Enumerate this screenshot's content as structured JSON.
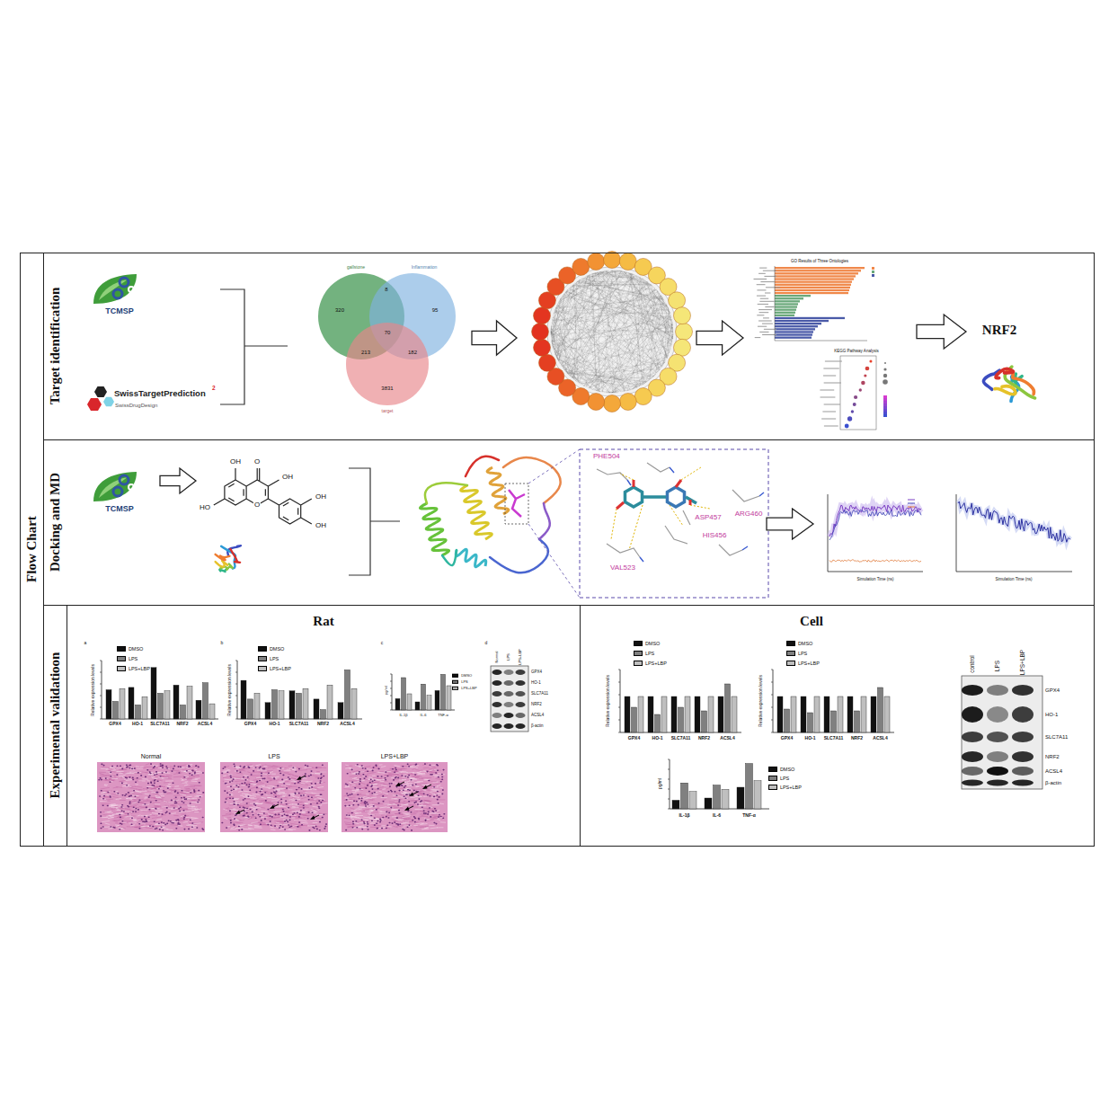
{
  "diagram": {
    "nodes": [
      {
        "text": [
          "Flow Chart"
        ]
      },
      {
        "text": [
          "Target identification"
        ],
        "in": 0
      },
      {
        "text": [
          "Docking and MD"
        ],
        "in": 0
      },
      {
        "text": [
          "Experimental validatioon"
        ],
        "in": 0
      },
      {
        "text": [
          "Rat"
        ],
        "in": 3
      },
      {
        "text": [
          "Cell"
        ],
        "in": 3
      }
    ],
    "labels": [
      "TCMSP",
      "SwissTargetPrediction",
      "2",
      "SwissDrugDesign",
      "gallstone",
      "Inflammation",
      "target",
      "320",
      "8",
      "95",
      "70",
      "213",
      "182",
      "3831",
      "GO Results of Three Ontologies",
      "KEGG Pathway Analysis",
      "NRF2",
      "TCMSP",
      "OH",
      "O",
      "OH",
      "HO",
      "O",
      "OH",
      "OH",
      "PHE504",
      "ASP457",
      "ARG460",
      "HIS456",
      "VAL523",
      "Simulation Time (ns)",
      "Simulation Time (ns)",
      "a",
      "Relative expression levels",
      "GPX4",
      "HO-1",
      "SLC7A11",
      "NRF2",
      "ACSL4",
      "b",
      "Relative expression levels",
      "GPX4",
      "HO-1",
      "SLC7A11",
      "NRF2",
      "ACSL4",
      "c",
      "pg/ml",
      "IL-1β",
      "IL-6",
      "TNF-α",
      "d",
      "Normal",
      "LPS",
      "LPS+LBP",
      "GPX4",
      "HO-1",
      "SLC7A11",
      "NRF2",
      "ACSL4",
      "β-actin",
      "Normal",
      "LPS",
      "LPS+LBP",
      "Relative expression levels",
      "GPX4",
      "HO-1",
      "SLC7A11",
      "NRF2",
      "ACSL4",
      "Relative expression levels",
      "GPX4",
      "HO-1",
      "SLC7A11",
      "NRF2",
      "ACSL4",
      "pg/ml",
      "IL-1β",
      "IL-6",
      "TNF-α",
      "control",
      "LPS",
      "LPS+LBP",
      "GPX4",
      "HO-1",
      "SLC7A11",
      "NRF2",
      "ACSL4",
      "β-actin"
    ],
    "legend": [
      {
        "text": "DMSO",
        "color": "#111111"
      },
      {
        "text": "LPS",
        "color": "#808080"
      },
      {
        "text": "LPS+LBP",
        "color": "#bfbfbf"
      },
      {
        "text": "DMSO",
        "color": "#111111"
      },
      {
        "text": "LPS",
        "color": "#808080"
      },
      {
        "text": "LPS+LBP",
        "color": "#bfbfbf"
      },
      {
        "text": "DMSO",
        "color": "#111111"
      },
      {
        "text": "LPS",
        "color": "#808080"
      },
      {
        "text": "LPS+LBP",
        "color": "#bfbfbf"
      },
      {
        "text": "DMSO",
        "color": "#111111"
      },
      {
        "text": "LPS",
        "color": "#808080"
      },
      {
        "text": "LPS+LBP",
        "color": "#bfbfbf"
      },
      {
        "text": "DMSO",
        "color": "#111111"
      },
      {
        "text": "LPS",
        "color": "#808080"
      },
      {
        "text": "LPS+LBP",
        "color": "#bfbfbf"
      },
      {
        "text": "DMSO",
        "color": "#111111"
      },
      {
        "text": "LPS",
        "color": "#808080"
      },
      {
        "text": "LPS+LBP",
        "color": "#bfbfbf"
      }
    ]
  }
}
